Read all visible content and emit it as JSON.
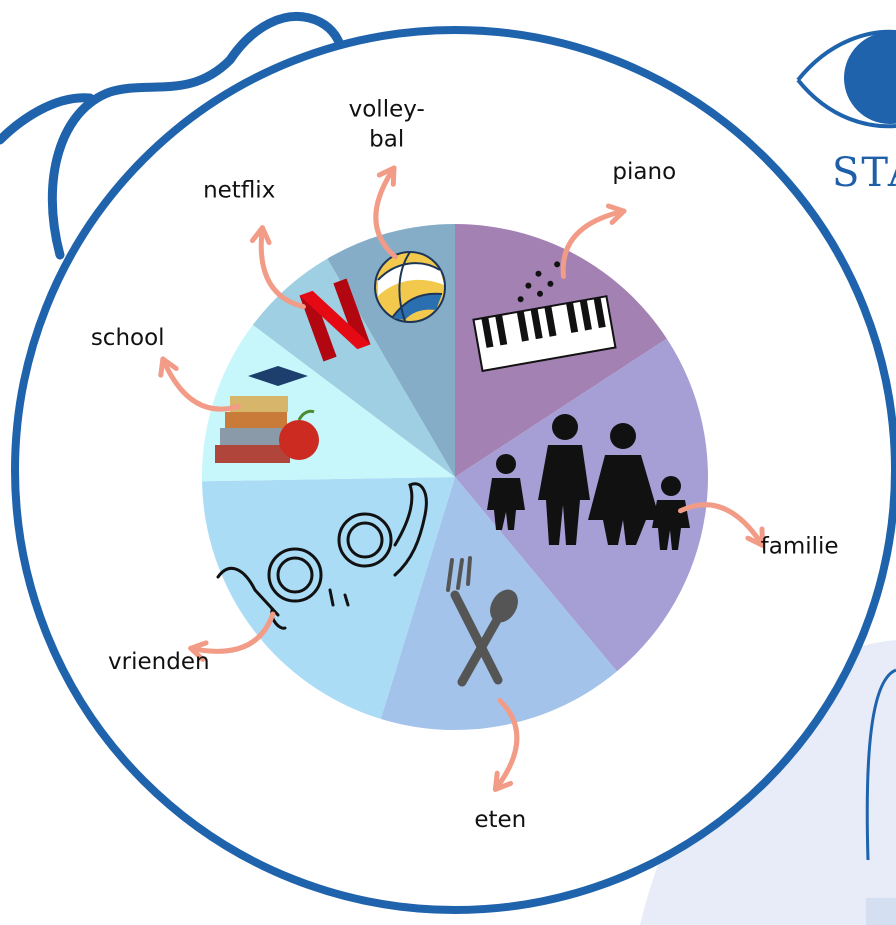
{
  "chart_data": {
    "type": "pie",
    "categories": [
      "piano",
      "familie",
      "eten",
      "vrienden",
      "school",
      "netflix",
      "volley-bal"
    ],
    "values": [
      15,
      22,
      15,
      19,
      10,
      6,
      8
    ],
    "labels": [
      "piano",
      "familie",
      "eten",
      "vrienden",
      "school",
      "netflix",
      [
        "volley-",
        "bal"
      ]
    ],
    "icons": [
      "piano-keyboard-icon",
      "family-icon",
      "fork-spoon-icon",
      "friends-icon",
      "books-apple-icon",
      "netflix-logo-icon",
      "volleyball-icon"
    ],
    "colors": [
      "#a381b3",
      "#a59fd6",
      "#a3c3eb",
      "#aadcf6",
      "#c8f7fb",
      "#9fcfe2",
      "#85adc8"
    ]
  },
  "brand": {
    "text": "STA"
  },
  "colors": {
    "outline": "#1f63ad",
    "arrow": "#f29b86",
    "brand_bg": "#e7ecf8"
  }
}
